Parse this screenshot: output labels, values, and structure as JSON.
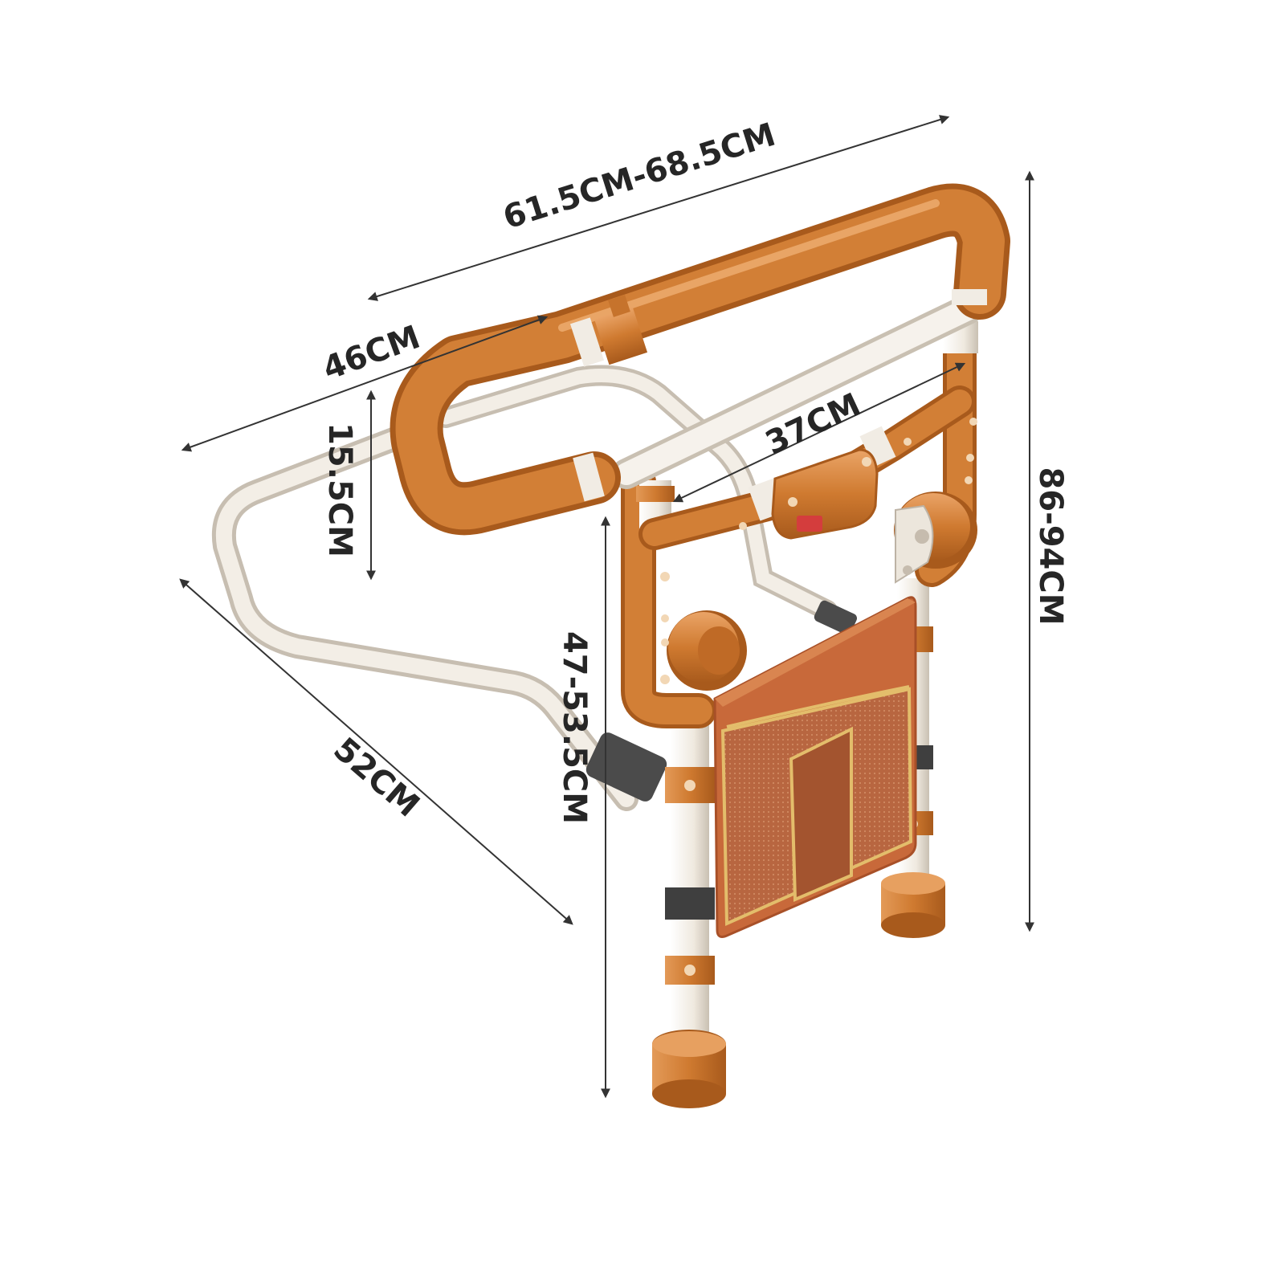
{
  "dimensions": {
    "total_width": "61.5CM-68.5CM",
    "base_depth": "46CM",
    "handle_height": "15.5CM",
    "inner_width": "37CM",
    "total_height": "86-94CM",
    "seat_height": "47-53.5CM",
    "base_length": "52CM"
  },
  "colors": {
    "orange": "#cf7a30",
    "orange_light": "#e7a060",
    "orange_dark": "#a85a1c",
    "white_tube": "#f1ece4",
    "white_shadow": "#cfc7ba",
    "grip_dark": "#4a4a4a",
    "bag": "#c8693a",
    "bag_pocket": "#b25d3c",
    "bag_trim": "#e3bd6b",
    "red_button": "#d43d3d",
    "dimension_line": "#333333"
  }
}
